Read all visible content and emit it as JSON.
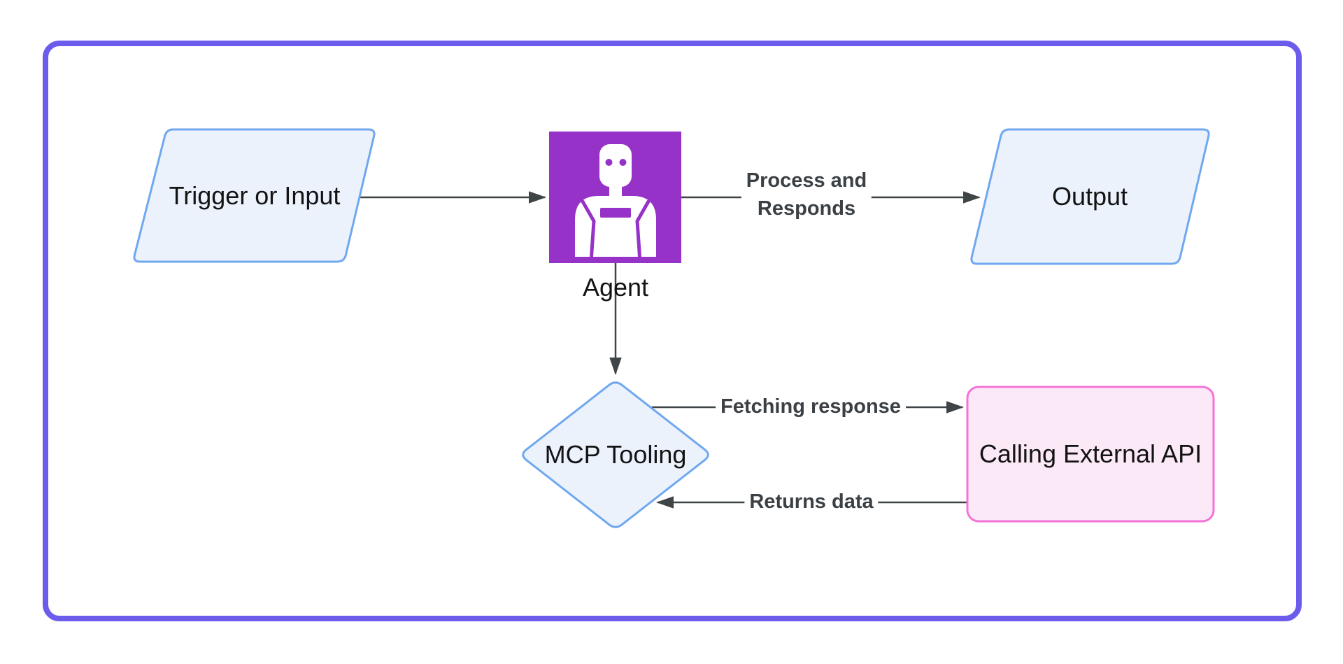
{
  "nodes": {
    "trigger": {
      "label": "Trigger or Input",
      "shape": "parallelogram",
      "fill": "#EBF2FC",
      "stroke": "#70A8F0"
    },
    "agent": {
      "label": "Agent",
      "shape": "icon-square",
      "fill": "#9632C8",
      "icon": "robot-icon",
      "icon_color": "#FFFFFF"
    },
    "output": {
      "label": "Output",
      "shape": "parallelogram",
      "fill": "#EBF2FC",
      "stroke": "#70A8F0"
    },
    "mcp_tooling": {
      "label": "MCP Tooling",
      "shape": "diamond",
      "fill": "#EBF2FC",
      "stroke": "#70A8F0"
    },
    "external_api": {
      "label": "Calling External API",
      "shape": "rounded-rect",
      "fill": "#FCE9F8",
      "stroke": "#F473D7"
    }
  },
  "edges": {
    "trigger_to_agent": {
      "label": ""
    },
    "agent_to_output": {
      "label": "Process and Responds",
      "label_lines": [
        "Process and",
        "Responds"
      ]
    },
    "agent_to_mcp": {
      "label": ""
    },
    "mcp_to_api": {
      "label": "Fetching response"
    },
    "api_to_mcp": {
      "label": "Returns data"
    }
  },
  "style": {
    "background": "#FFFFFF",
    "frame_color": "#6B5CEC",
    "edge_color": "#3F4447",
    "edge_label_color": "#3B4045",
    "node_text_color": "#131313"
  }
}
